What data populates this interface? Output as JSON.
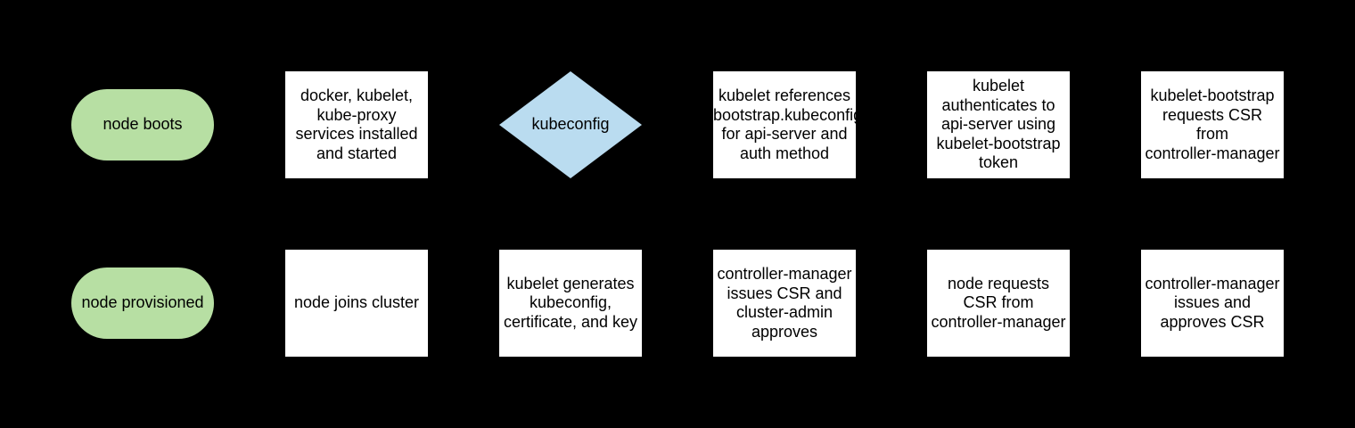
{
  "colors": {
    "canvas_bg": "#000000",
    "process_fill": "#ffffff",
    "terminator_fill": "#b7dfa3",
    "decision_fill": "#badcf0",
    "text_color": "#000000"
  },
  "nodes": [
    {
      "id": "node-boots",
      "shape": "terminator",
      "label": "node boots"
    },
    {
      "id": "services-installed",
      "shape": "process",
      "label": "docker, kubelet,\nkube-proxy\nservices installed\nand started"
    },
    {
      "id": "kubeconfig",
      "shape": "decision",
      "label": "kubeconfig"
    },
    {
      "id": "kubelet-references-bootstrap",
      "shape": "process",
      "label": "kubelet references\nbootstrap.kubeconfig\nfor api-server and\nauth method"
    },
    {
      "id": "kubelet-authenticates",
      "shape": "process",
      "label": "kubelet\nauthenticates to\napi-server using\nkubelet-bootstrap\ntoken"
    },
    {
      "id": "kubelet-bootstrap-requests-csr",
      "shape": "process",
      "label": "kubelet-bootstrap\nrequests CSR\nfrom\ncontroller-manager"
    },
    {
      "id": "node-provisioned",
      "shape": "terminator",
      "label": "node provisioned"
    },
    {
      "id": "node-joins-cluster",
      "shape": "process",
      "label": "node joins cluster"
    },
    {
      "id": "kubelet-generates",
      "shape": "process",
      "label": "kubelet generates\nkubeconfig,\ncertificate, and key"
    },
    {
      "id": "cm-issues-csr-admin-approves",
      "shape": "process",
      "label": "controller-manager\nissues CSR and\ncluster-admin\napproves"
    },
    {
      "id": "node-requests-csr",
      "shape": "process",
      "label": "node requests\nCSR from\ncontroller-manager"
    },
    {
      "id": "cm-issues-and-approves-csr",
      "shape": "process",
      "label": "controller-manager\nissues and\napproves CSR"
    }
  ]
}
